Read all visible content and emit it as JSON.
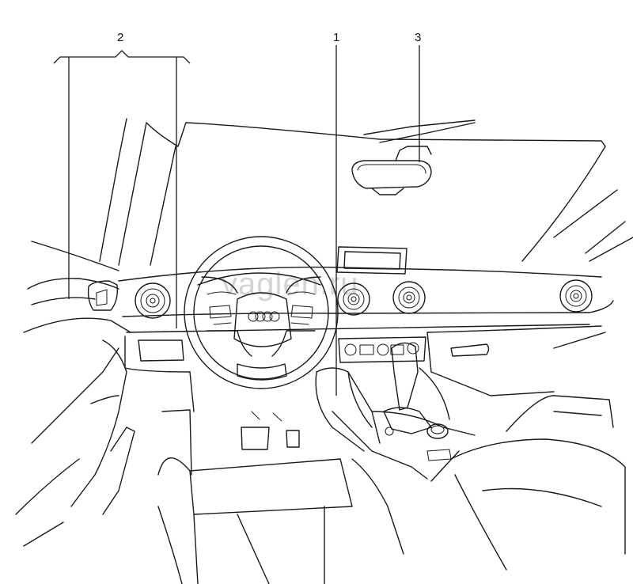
{
  "callouts": {
    "c1": "1",
    "c2": "2",
    "c3": "3"
  },
  "watermark": "vaglen.ru",
  "colors": {
    "line": "#1a1a1a",
    "watermark": "#d4d4d4",
    "background": "#ffffff"
  }
}
